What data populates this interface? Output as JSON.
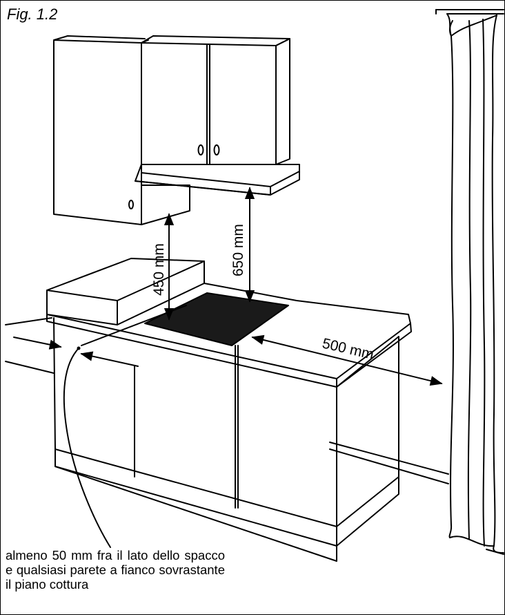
{
  "figure_label": "Fig. 1.2",
  "dimensions": {
    "hood_clearance": "650 mm",
    "cabinet_clearance": "450 mm",
    "side_clearance": "500 mm"
  },
  "caption": "almeno 50 mm fra il lato dello spacco e qualsiasi parete a fianco sovrastante il piano cottura"
}
